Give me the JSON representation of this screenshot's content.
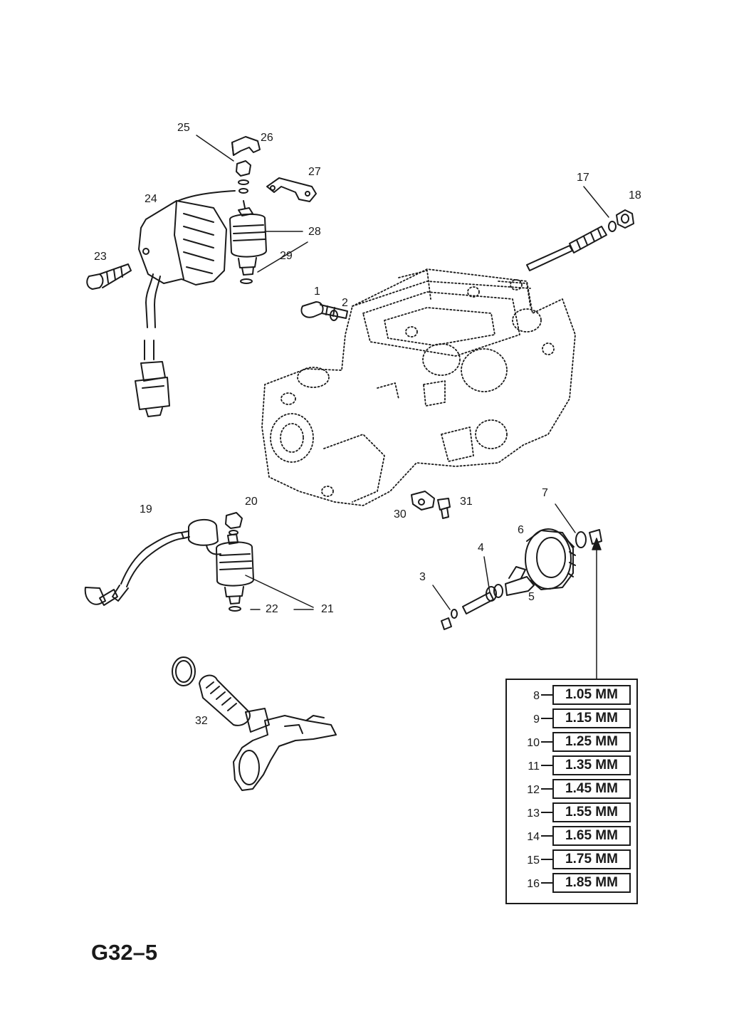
{
  "diagram_code": "G32–5",
  "callouts": {
    "c1": "1",
    "c2": "2",
    "c3": "3",
    "c4": "4",
    "c5": "5",
    "c6": "6",
    "c7": "7",
    "c17": "17",
    "c18": "18",
    "c19": "19",
    "c20": "20",
    "c21": "21",
    "c22": "22",
    "c23": "23",
    "c24": "24",
    "c25": "25",
    "c26": "26",
    "c27": "27",
    "c28": "28",
    "c29": "29",
    "c30": "30",
    "c31": "31",
    "c32": "32"
  },
  "shim_table": {
    "rows": [
      {
        "ref": "8",
        "size": "1.05 MM"
      },
      {
        "ref": "9",
        "size": "1.15 MM"
      },
      {
        "ref": "10",
        "size": "1.25 MM"
      },
      {
        "ref": "11",
        "size": "1.35 MM"
      },
      {
        "ref": "12",
        "size": "1.45 MM"
      },
      {
        "ref": "13",
        "size": "1.55 MM"
      },
      {
        "ref": "14",
        "size": "1.65 MM"
      },
      {
        "ref": "15",
        "size": "1.75 MM"
      },
      {
        "ref": "16",
        "size": "1.85 MM"
      }
    ]
  },
  "colors": {
    "ink": "#1a1a1a",
    "paper": "#ffffff"
  }
}
